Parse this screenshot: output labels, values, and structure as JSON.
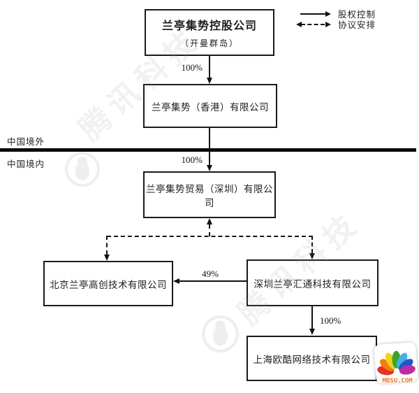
{
  "legend": {
    "equity_label": "股权控制",
    "agreement_label": "协议安排"
  },
  "regions": {
    "outside_china": "中国境外",
    "inside_china": "中国境内"
  },
  "nodes": {
    "holding": {
      "title": "兰亭集势控股公司",
      "subtitle": "（开曼群岛）"
    },
    "hongkong": {
      "title": "兰亭集势（香港）有限公司"
    },
    "shenzhen_trading": {
      "title": "兰亭集势贸易（深圳）有限公司"
    },
    "beijing_gaochuang": {
      "title": "北京兰亭高创技术有限公司"
    },
    "shenzhen_huitong": {
      "title": "深圳兰亭汇通科技有限公司"
    },
    "shanghai_okou": {
      "title": "上海欧酷网络技术有限公司"
    }
  },
  "edges": {
    "holding_to_hongkong_pct": "100%",
    "hongkong_to_trading_pct": "100%",
    "huitong_to_beijing_pct": "49%",
    "huitong_to_shanghai_pct": "100%"
  },
  "watermark": {
    "text": "腾讯科技"
  },
  "site_logo": {
    "text": "MBSU.COM"
  },
  "colors": {
    "line": "#111111",
    "box_border": "#1a1a1a",
    "separator": "#0a0a0a",
    "background": "#ffffff",
    "logo_text": "#dd7c28"
  }
}
